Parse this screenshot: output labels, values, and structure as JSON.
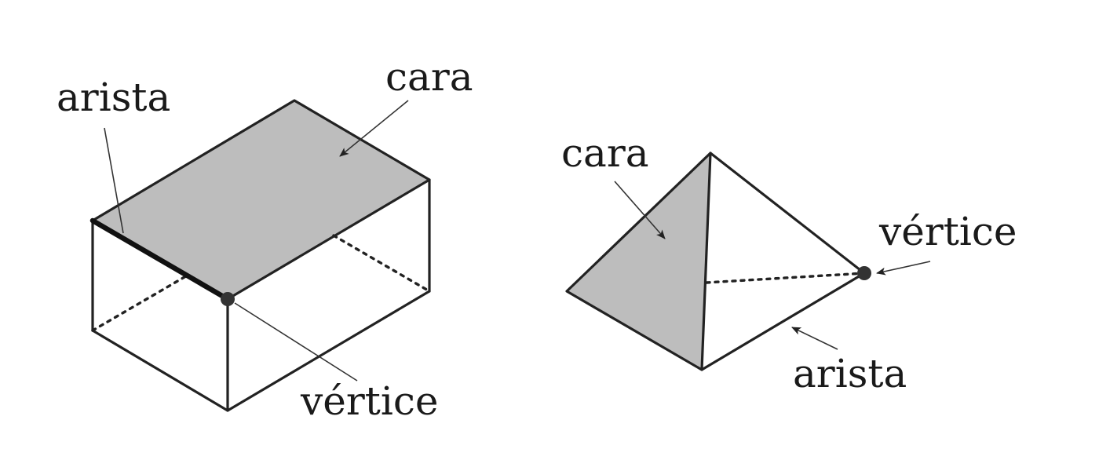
{
  "prism": {
    "face_label": "cara",
    "edge_label": "arista",
    "vertex_label": "vértice"
  },
  "pyramid": {
    "face_label": "cara",
    "edge_label": "arista",
    "vertex_label": "vértice"
  },
  "colors": {
    "face_fill": "#bdbdbd",
    "line": "#222222",
    "vertex_dot": "#333333"
  }
}
